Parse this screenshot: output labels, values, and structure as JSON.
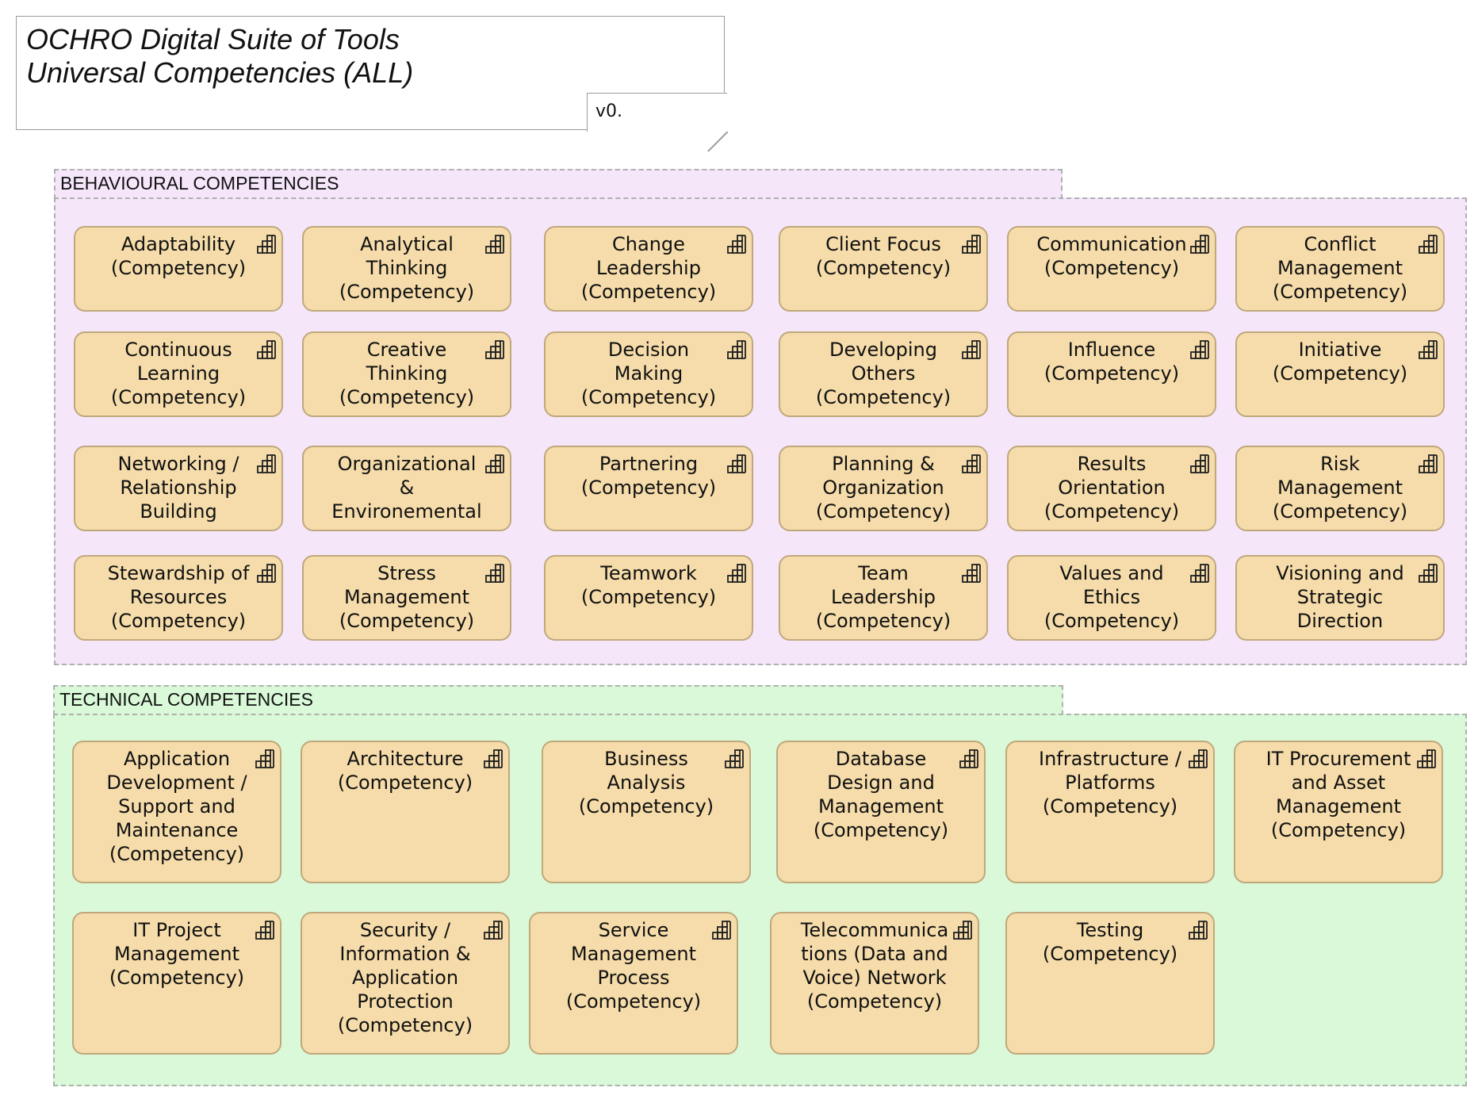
{
  "title": {
    "line1": "OCHRO Digital Suite of Tools",
    "line2": "Universal Competencies (ALL)",
    "version": "v0."
  },
  "groups": {
    "behavioural": {
      "label": "BEHAVIOURAL COMPETENCIES",
      "items": [
        "Adaptability\n(Competency)",
        "Analytical\nThinking\n(Competency)",
        "Change\nLeadership\n(Competency)",
        "Client Focus\n(Competency)",
        "Communication\n(Competency)",
        "Conflict\nManagement\n(Competency)",
        "Continuous\nLearning\n(Competency)",
        "Creative\nThinking\n(Competency)",
        "Decision\nMaking\n(Competency)",
        "Developing\nOthers\n(Competency)",
        "Influence\n(Competency)",
        "Initiative\n(Competency)",
        "Networking /\nRelationship\nBuilding",
        "Organizational\n&\nEnvironemental",
        "Partnering\n(Competency)",
        "Planning &\nOrganization\n(Competency)",
        "Results\nOrientation\n(Competency)",
        "Risk\nManagement\n(Competency)",
        "Stewardship of\nResources\n(Competency)",
        "Stress\nManagement\n(Competency)",
        "Teamwork\n(Competency)",
        "Team\nLeadership\n(Competency)",
        "Values and\nEthics\n(Competency)",
        "Visioning and\nStrategic\nDirection"
      ]
    },
    "technical": {
      "label": "TECHNICAL COMPETENCIES",
      "items": [
        "Application\nDevelopment /\nSupport and\nMaintenance\n(Competency)",
        "Architecture\n(Competency)",
        "Business\nAnalysis\n(Competency)",
        "Database\nDesign and\nManagement\n(Competency)",
        "Infrastructure /\nPlatforms\n(Competency)",
        "IT Procurement\nand Asset\nManagement\n(Competency)",
        "IT Project\nManagement\n(Competency)",
        "Security /\nInformation &\nApplication\nProtection\n(Competency)",
        "Service\nManagement\nProcess\n(Competency)",
        "Telecommunica\ntions (Data and\nVoice) Network\n(Competency)",
        "Testing\n(Competency)"
      ]
    }
  },
  "colors": {
    "behavioural_bg": "#f5e6fa",
    "technical_bg": "#d9f9d9",
    "competency_fill": "#f5dcaa",
    "competency_border": "#c0a87c"
  },
  "icon": "competency-staircase-icon"
}
